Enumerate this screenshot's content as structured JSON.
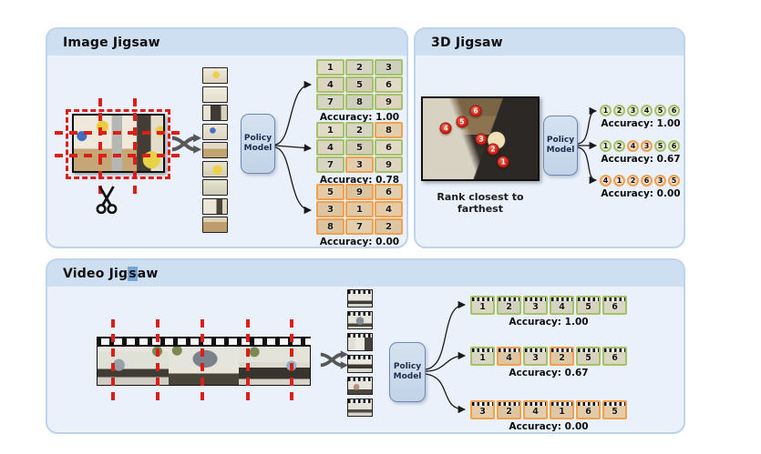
{
  "colors": {
    "panel_header": "#cfdff2",
    "panel_body": "#eaf1fb",
    "panel_border": "#bed3ec",
    "policy_border": "#6e89b0",
    "policy_text": "#1c2b4a",
    "green": "#a6c06c",
    "orange": "#f0a14e",
    "red": "#da1f1a",
    "marker_red": "#cf1d12",
    "shuffle_gray": "#575757",
    "selection_blue": "#74a7d8",
    "arrow_black": "#1a1a1a"
  },
  "image_jigsaw": {
    "title": "Image Jigsaw",
    "policy_model_label": "Policy Model",
    "piece_count": 9,
    "outputs": [
      {
        "cells": [
          1,
          2,
          3,
          4,
          5,
          6,
          7,
          8,
          9
        ],
        "wrong": [],
        "accuracy": "Accuracy: 1.00"
      },
      {
        "cells": [
          1,
          2,
          8,
          4,
          5,
          6,
          7,
          3,
          9
        ],
        "wrong": [
          2,
          7
        ],
        "accuracy": "Accuracy: 0.78"
      },
      {
        "cells": [
          5,
          9,
          6,
          3,
          1,
          4,
          8,
          7,
          2
        ],
        "wrong": [
          0,
          1,
          2,
          3,
          4,
          5,
          6,
          7,
          8
        ],
        "accuracy": "Accuracy: 0.00"
      }
    ]
  },
  "three_d_jigsaw": {
    "title": "3D Jigsaw",
    "caption": "Rank closest to farthest",
    "policy_model_label": "Policy Model",
    "markers": [
      {
        "n": "6",
        "x": 46,
        "y": 16
      },
      {
        "n": "5",
        "x": 34,
        "y": 29
      },
      {
        "n": "4",
        "x": 20,
        "y": 37
      },
      {
        "n": "3",
        "x": 51,
        "y": 51
      },
      {
        "n": "2",
        "x": 61,
        "y": 63
      },
      {
        "n": "1",
        "x": 70,
        "y": 79
      }
    ],
    "outputs": [
      {
        "cells": [
          1,
          2,
          3,
          4,
          5,
          6
        ],
        "wrong": [],
        "accuracy": "Accuracy: 1.00"
      },
      {
        "cells": [
          1,
          2,
          4,
          3,
          5,
          6
        ],
        "wrong": [
          2,
          3
        ],
        "accuracy": "Accuracy: 0.67"
      },
      {
        "cells": [
          4,
          1,
          2,
          6,
          3,
          5
        ],
        "wrong": [
          0,
          1,
          2,
          3,
          4,
          5
        ],
        "accuracy": "Accuracy: 0.00"
      }
    ]
  },
  "video_jigsaw": {
    "title": "Video Jigsaw",
    "title_pre": "Video Jig",
    "title_highlight": "s",
    "title_post": "aw",
    "policy_model_label": "Policy Model",
    "clip_count": 6,
    "outputs": [
      {
        "cells": [
          1,
          2,
          3,
          4,
          5,
          6
        ],
        "wrong": [],
        "accuracy": "Accuracy: 1.00"
      },
      {
        "cells": [
          1,
          4,
          3,
          2,
          5,
          6
        ],
        "wrong": [
          1,
          3
        ],
        "accuracy": "Accuracy: 0.67"
      },
      {
        "cells": [
          3,
          2,
          4,
          1,
          6,
          5
        ],
        "wrong": [
          0,
          1,
          2,
          3,
          4,
          5
        ],
        "accuracy": "Accuracy: 0.00"
      }
    ]
  }
}
